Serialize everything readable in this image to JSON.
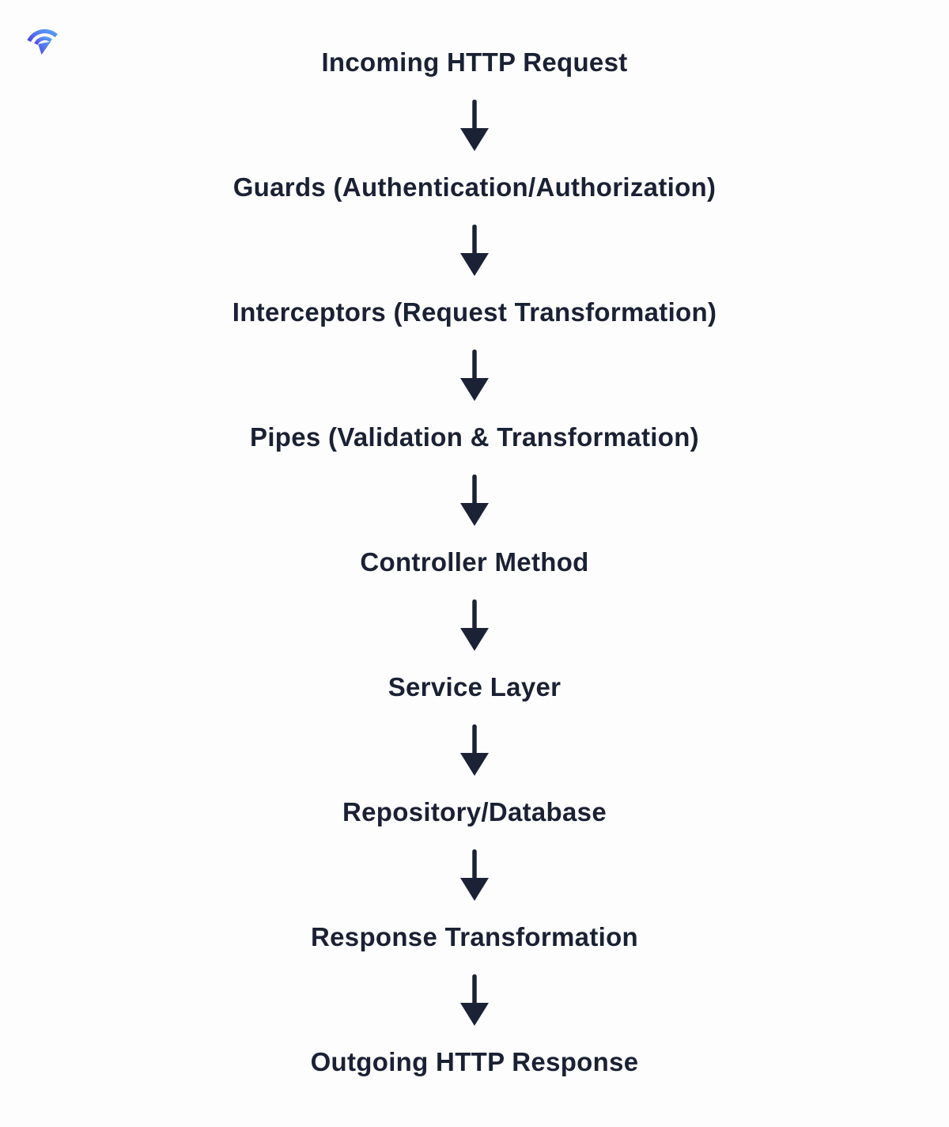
{
  "logo": {
    "icon": "signal-arrow-logo-icon",
    "gradient_start": "#4f46e5",
    "gradient_end": "#5ba4f5"
  },
  "diagram": {
    "type": "vertical-flow",
    "background": "#fdfdfd",
    "text_color": "#1b2134",
    "arrow_color": "#1b2236",
    "steps": [
      {
        "label": "Incoming HTTP Request"
      },
      {
        "label": "Guards (Authentication/Authorization)"
      },
      {
        "label": "Interceptors (Request Transformation)"
      },
      {
        "label": "Pipes (Validation & Transformation)"
      },
      {
        "label": "Controller Method"
      },
      {
        "label": "Service Layer"
      },
      {
        "label": "Repository/Database"
      },
      {
        "label": "Response Transformation"
      },
      {
        "label": "Outgoing HTTP Response"
      }
    ]
  }
}
